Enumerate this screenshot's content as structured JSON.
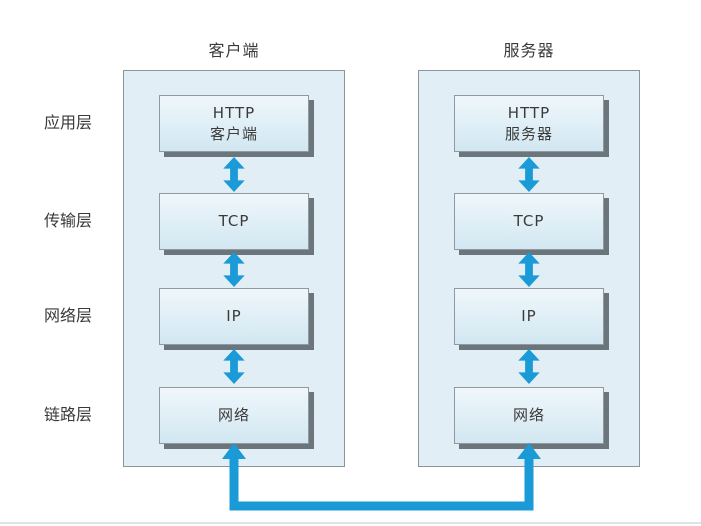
{
  "diagram": {
    "layer_labels": [
      "应用层",
      "传输层",
      "网络层",
      "链路层"
    ],
    "columns": [
      {
        "id": "client",
        "title": "客户端",
        "boxes": [
          "HTTP\n客户端",
          "TCP",
          "IP",
          "网络"
        ]
      },
      {
        "id": "server",
        "title": "服务器",
        "boxes": [
          "HTTP\n服务器",
          "TCP",
          "IP",
          "网络"
        ]
      }
    ]
  },
  "colors": {
    "arrow": "#1a9ad7",
    "panel-fill": "#e1eef6",
    "panel-border": "#8b959c",
    "box-top": "#eff7fb",
    "box-bottom": "#d2e7f2",
    "box-border": "#90999f",
    "box-shadow": "#6b757c",
    "text": "#3a3a3a",
    "rule": "#dfe3e6"
  }
}
